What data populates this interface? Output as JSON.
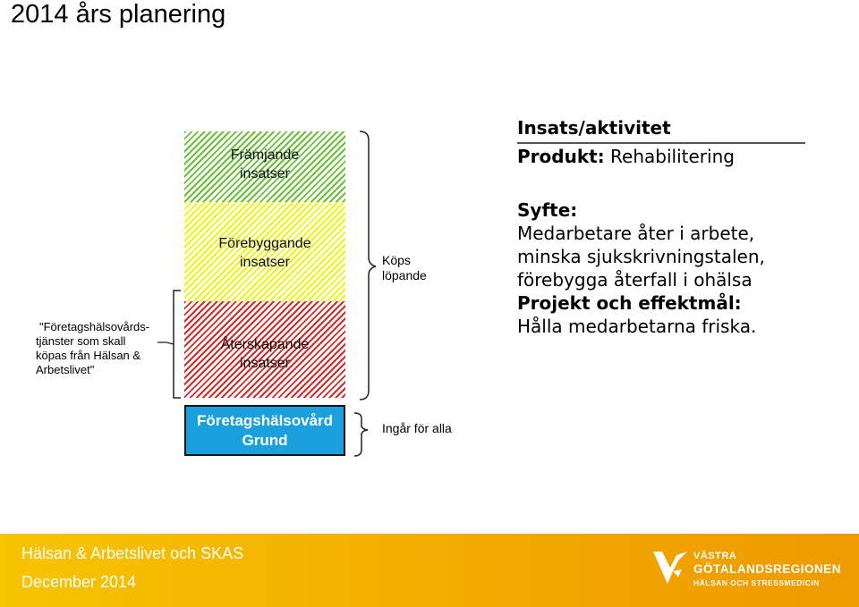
{
  "title": "2014 års planering",
  "left_note": [
    "\"Företagshälsovårds-",
    "tjänster som skall",
    "köpas från Hälsan &",
    "Arbetslivet\""
  ],
  "blocks": {
    "green": [
      "Främjande",
      "insatser"
    ],
    "yellow": [
      "Förebyggande",
      "insatser"
    ],
    "red": [
      "Återskapande",
      "insatser"
    ]
  },
  "grund": [
    "Företagshälsovård",
    "Grund"
  ],
  "kops": [
    "Köps",
    "löpande"
  ],
  "ingar": "Ingår för alla",
  "right": {
    "heading": "Insats/aktivitet",
    "produkt_label": "Produkt:",
    "produkt_value": " Rehabilitering",
    "syfte_label": "Syfte:",
    "syfte_lines": [
      "Medarbetare åter i arbete,",
      "minska sjukskrivningstalen,",
      "förebygga återfall i ohälsa"
    ],
    "projekt_label": "Projekt och effektmål:",
    "projekt_value": "Hålla medarbetarna friska."
  },
  "footer": {
    "org": "Hälsan & Arbetslivet och SKAS",
    "date": "December 2014",
    "logo_line1": "VÄSTRA",
    "logo_line2": "GÖTALANDSREGIONEN",
    "logo_line3": "HÄLSAN OCH STRESSMEDICIN"
  },
  "colors": {
    "green": "#6bbf3a",
    "yellow": "#f2f20a",
    "red": "#d52b2b",
    "grund_blue": "#1aa0dc",
    "footer": "#f2a800"
  }
}
